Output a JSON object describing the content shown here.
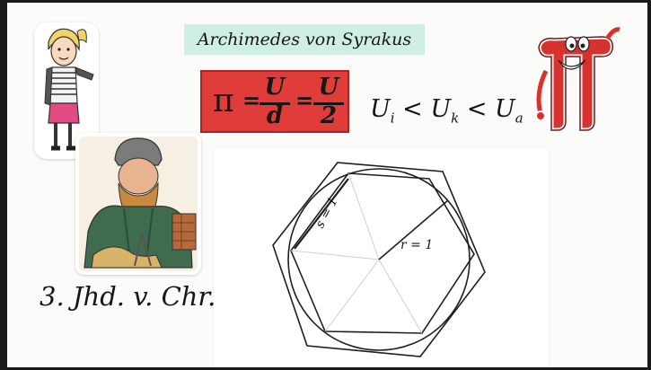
{
  "title": "Archimedes von Syrakus",
  "formula": {
    "pi": "π",
    "eq1": "=",
    "eq2": "=",
    "frac1": {
      "num": "U",
      "den": "d"
    },
    "frac2": {
      "num": "U",
      "den": "2"
    }
  },
  "inequality": {
    "parts": [
      "U",
      "i",
      " < ",
      "U",
      "k",
      " < ",
      "U",
      "a"
    ]
  },
  "era": "3. Jhd. v. Chr.",
  "sketch": {
    "side_label": "s = 1",
    "radius_label": "r = 1"
  },
  "colors": {
    "title_card": "#cfeee4",
    "formula_card": "#e03c3a",
    "pi_mascot": "#d8322e"
  }
}
